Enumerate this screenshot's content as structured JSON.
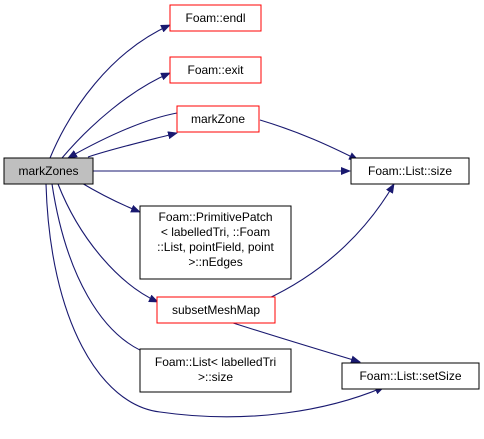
{
  "colors": {
    "edge": "#191970",
    "node_border": "#000000",
    "highlight_border": "#ff0000",
    "focus_fill": "#bfbfbf",
    "node_fill": "#ffffff"
  },
  "nodes": {
    "markZones": {
      "lines": [
        "markZones"
      ]
    },
    "endl": {
      "lines": [
        "Foam::endl"
      ]
    },
    "exit": {
      "lines": [
        "Foam::exit"
      ]
    },
    "markZone": {
      "lines": [
        "markZone"
      ]
    },
    "listSize": {
      "lines": [
        "Foam::List::size"
      ]
    },
    "nEdges": {
      "lines": [
        "Foam::PrimitivePatch",
        "< labelledTri, ::Foam",
        "::List, pointField, point",
        ">::nEdges"
      ]
    },
    "subsetMeshMap": {
      "lines": [
        "subsetMeshMap"
      ]
    },
    "labelledTriSize": {
      "lines": [
        "Foam::List< labelledTri",
        ">::size"
      ]
    },
    "setSize": {
      "lines": [
        "Foam::List::setSize"
      ]
    }
  }
}
